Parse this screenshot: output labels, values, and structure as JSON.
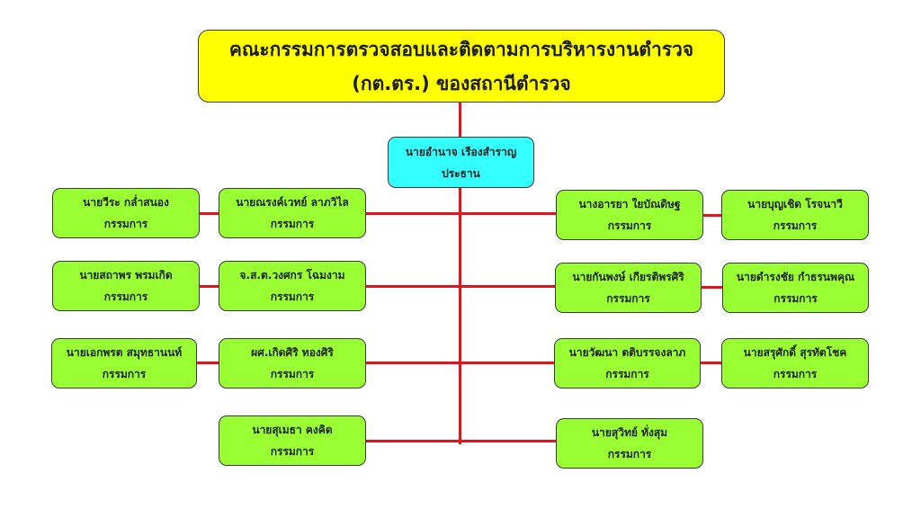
{
  "title": {
    "line1": "คณะกรรมการตรวจสอบและติดตามการบริหารงานตำรวจ",
    "line2": "(กต.ตร.) ของสถานีตำรวจ"
  },
  "chair": {
    "name": "นายอำนาจ เรืองสำราญ",
    "role": "ประธาน"
  },
  "left_inner": [
    {
      "name": "นายณรงค์เวทย์ ลาภวิไล",
      "role": "กรรมการ"
    },
    {
      "name": "จ.ส.ต.วงศกร โฉมงาม",
      "role": "กรรมการ"
    },
    {
      "name": "ผศ.เกิดศิริ ทองศิริ",
      "role": "กรรมการ"
    },
    {
      "name": "นายสุเมธา คงคิด",
      "role": "กรรมการ"
    }
  ],
  "left_outer": [
    {
      "name": "นายวีระ กล่ำสนอง",
      "role": "กรรมการ"
    },
    {
      "name": "นายสถาพร พรมเกิด",
      "role": "กรรมการ"
    },
    {
      "name": "นายเอกพรต สมุทธานนท์",
      "role": "กรรมการ"
    }
  ],
  "right_inner": [
    {
      "name": "นางอารยา ใยบัณดิษฐ",
      "role": "กรรมการ"
    },
    {
      "name": "นายกันพงษ์ เกียรติพรศิริ",
      "role": "กรรมการ"
    },
    {
      "name": "นายวัฒนา ตติบรรจงลาภ",
      "role": "กรรมการ"
    },
    {
      "name": "นายสุวิทย์ ทั่งสุม",
      "role": "กรรมการ"
    }
  ],
  "right_outer": [
    {
      "name": "นายบุญเชิด โรจนาวี",
      "role": "กรรมการ"
    },
    {
      "name": "นายดำรงชัย กำธรนพคุณ",
      "role": "กรรมการ"
    },
    {
      "name": "นายสรุศักดิ์ สุรทัตโชค",
      "role": "กรรมการ"
    }
  ]
}
